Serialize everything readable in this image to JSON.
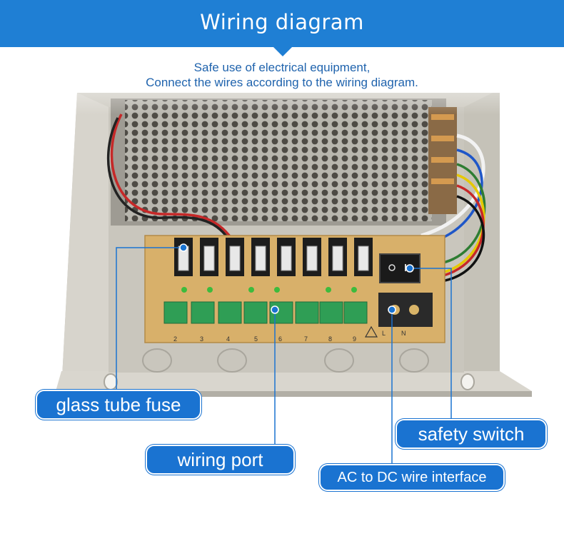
{
  "header": {
    "title": "Wiring diagram",
    "accent_color": "#1f7fd4"
  },
  "subtitle": {
    "line1": "Safe use of electrical equipment,",
    "line2": "Connect the wires according to the wiring diagram."
  },
  "callouts": {
    "glass_tube_fuse": "glass tube fuse",
    "wiring_port": "wiring port",
    "safety_switch": "safety switch",
    "ac_dc_interface": "AC to DC wire interface"
  },
  "board": {
    "port_numbers": [
      "2",
      "3",
      "4",
      "5",
      "6",
      "7",
      "8",
      "9"
    ],
    "mains_labels": [
      "L",
      "N"
    ]
  }
}
